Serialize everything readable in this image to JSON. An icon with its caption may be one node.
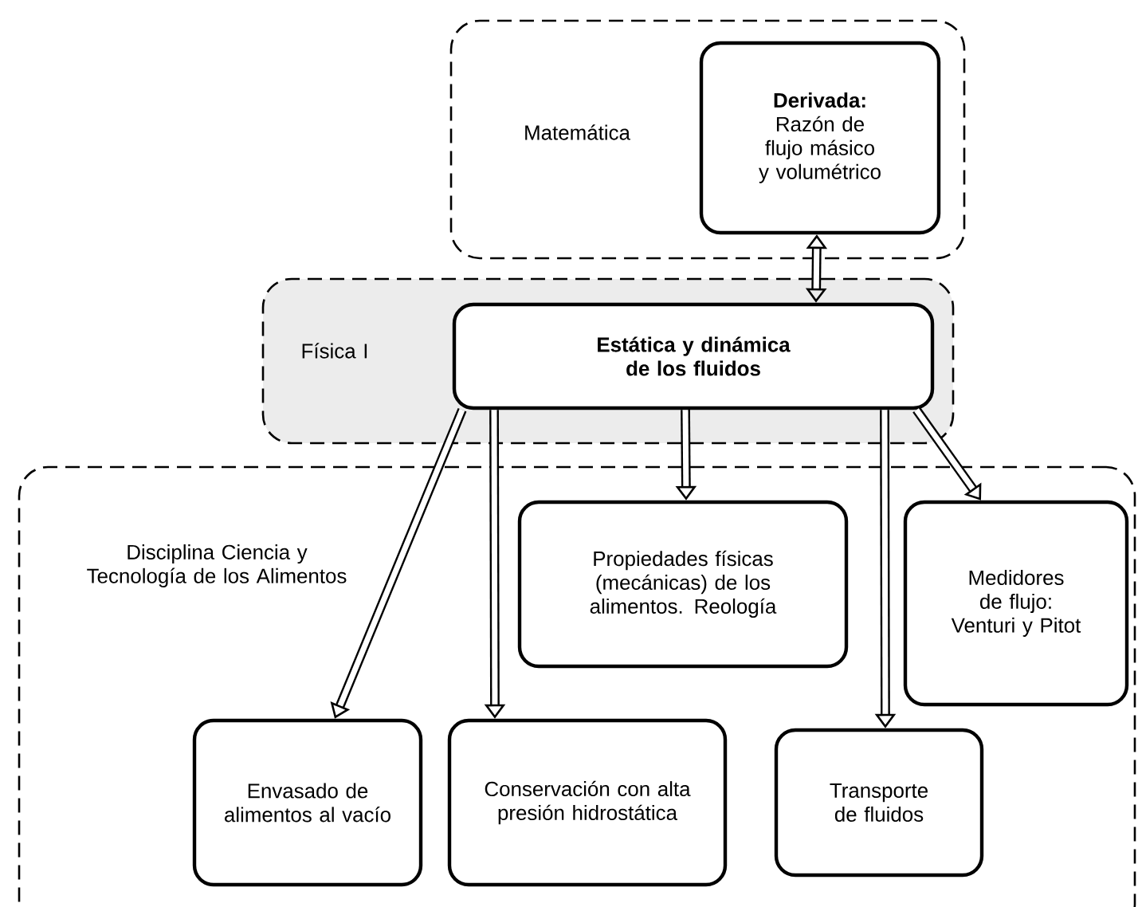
{
  "diagram": {
    "nodes": [
      {
        "text": [
          "Matemática"
        ]
      },
      {
        "text": [
          "Derivada:",
          "Razón de flujo másico y volumétrico"
        ],
        "in": 0
      },
      {
        "text": [
          "Física I"
        ]
      },
      {
        "text": [
          "Estática y dinámica de los fluidos"
        ],
        "in": 2
      },
      {
        "text": [
          "Disciplina Ciencia y Tecnología de los Alimentos"
        ]
      },
      {
        "text": [
          "Propiedades físicas (mecánicas) de los alimentos. Reología"
        ],
        "in": 4
      },
      {
        "text": [
          "Medidores de flujo: Venturi y Pitot"
        ],
        "in": 4
      },
      {
        "text": [
          "Envasado de alimentos al vacío"
        ],
        "in": 4
      },
      {
        "text": [
          "Conservación con alta presión hidrostática"
        ],
        "in": 4
      },
      {
        "text": [
          "Transporte de fluidos"
        ],
        "in": 4
      }
    ],
    "edges": [
      {
        "from": 3,
        "to": 1,
        "arrow": "both"
      },
      {
        "from": 3,
        "to": 7,
        "arrow": "to"
      },
      {
        "from": 3,
        "to": 8,
        "arrow": "to"
      },
      {
        "from": 3,
        "to": 5,
        "arrow": "to"
      },
      {
        "from": 3,
        "to": 9,
        "arrow": "to"
      },
      {
        "from": 3,
        "to": 6,
        "arrow": "to"
      }
    ]
  }
}
